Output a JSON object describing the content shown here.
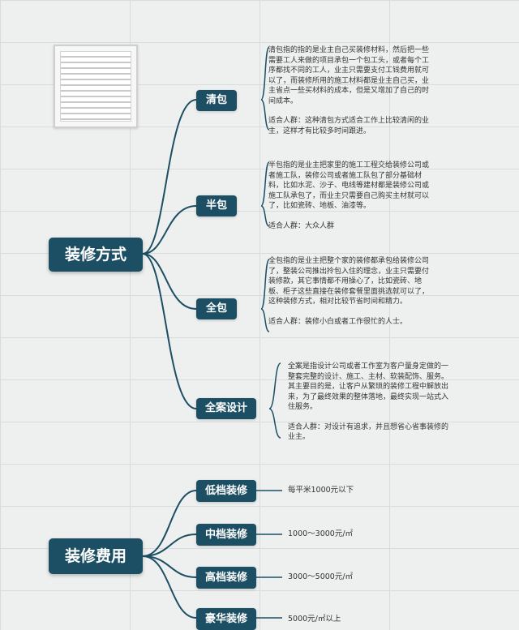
{
  "section1": {
    "title": "装修方式",
    "branches": [
      {
        "label": "清包",
        "description": "清包指的指的是业主自己买装修材料，然后把一些需要工人来做的项目承包一个包工头，或者每个工序都找不同的工人，业主只需要支付工钱费用就可以了，而装修所用的施工材料都是业主自己买，业主省点一些买材料的成本，但是又增加了自己的时间成本。",
        "audience": "适合人群：这种清包方式适合工作上比较清闲的业主，这样才有比较多时间跟进。"
      },
      {
        "label": "半包",
        "description": "半包指的是业主把家里的施工工程交给装修公司或者施工队，装修公司或者施工队包了部分基础材料，比如水泥、沙子、电线等建材都是装修公司或施工队承包了，而业主只需要自己购买主材就可以了，比如瓷砖、地板、油漆等。",
        "audience": "适合人群：大众人群"
      },
      {
        "label": "全包",
        "description": "全包指的是业主把整个家的装修都承包给装修公司了，整装公司推出拎包入住的理念，业主只需要付装修款，其它事情都不用操心了，比如瓷砖、地板、柜子这些直接在装修套餐里面挑选就可以了，这种装修方式，相对比较节省时间和精力。",
        "audience": "适合人群：装修小白或者工作很忙的人士。"
      },
      {
        "label": "全案设计",
        "description": "全案是指设计公司或者工作室为客户量身定做的一整套完整的设计、施工、主材、软装配饰、服务。其主要目的是，让客户从繁琐的装修工程中解放出来，为了最终效果的整体落地，最终实现一站式入住服务。",
        "audience": "适合人群：对设计有追求，并且想省心省事装修的业主。"
      }
    ]
  },
  "section2": {
    "title": "装修费用",
    "branches": [
      {
        "label": "低档装修",
        "value": "每平米1000元以下"
      },
      {
        "label": "中档装修",
        "value": "1000～3000元/㎡"
      },
      {
        "label": "高档装修",
        "value": "3000～5000元/㎡"
      },
      {
        "label": "豪华装修",
        "value": "5000元/㎡以上"
      }
    ]
  },
  "colors": {
    "node": "#1c4f63",
    "connector": "#1c4f63",
    "text": "#333333",
    "background": "#eef0f0"
  }
}
